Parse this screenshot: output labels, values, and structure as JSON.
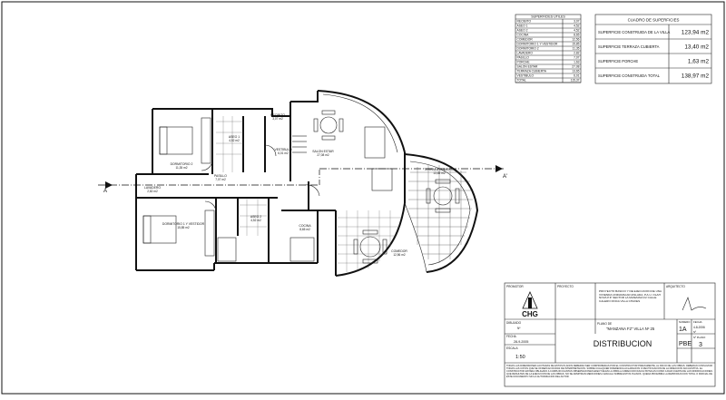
{
  "surfaces_table": {
    "title": "SUPERFICIES UTILES",
    "rows": [
      {
        "label": "RECIBITO",
        "value": "3,07"
      },
      {
        "label": "ASEO 1",
        "value": "4,52"
      },
      {
        "label": "ASEO 2",
        "value": "4,52"
      },
      {
        "label": "COCINA",
        "value": "8,65"
      },
      {
        "label": "COMEDOR",
        "value": "12,56"
      },
      {
        "label": "DORMITORIO 1 Y VESTIDOR",
        "value": "15,85"
      },
      {
        "label": "DORMITORIO 2",
        "value": "11,35"
      },
      {
        "label": "LAVADERO",
        "value": "2,82"
      },
      {
        "label": "PASILLO",
        "value": "7,07"
      },
      {
        "label": "PORCHE",
        "value": "1,63"
      },
      {
        "label": "SALON ESTAR",
        "value": "27,08"
      },
      {
        "label": "TERRAZA CUBIERTA",
        "value": "13,65"
      },
      {
        "label": "VESTIBULO",
        "value": "6,01"
      },
      {
        "label": "TOTAL",
        "value": "115,37"
      }
    ]
  },
  "summary_table": {
    "title": "CUADRO DE SUPERFICIES",
    "rows": [
      {
        "label": "SUPERFICIE CONSTRUIDA DE LA VILLA",
        "value": "123,94 m2"
      },
      {
        "label": "SUPERFICIE TERRAZA CUBIERTA",
        "value": "13,40 m2"
      },
      {
        "label": "SUPERFICIE PORCHE",
        "value": "1,63 m2"
      },
      {
        "label": "SUPERFICIE CONSTRUIDA TOTAL",
        "value": "138,97 m2"
      }
    ]
  },
  "rooms": [
    {
      "name": "DORMITORIO 2",
      "area": "11,35 m2"
    },
    {
      "name": "PASILLO",
      "area": "7,07 m2"
    },
    {
      "name": "LAVADERO",
      "area": "2,82 m2"
    },
    {
      "name": "DORMITORIO 1 Y VESTIDOR",
      "area": "15,85 m2"
    },
    {
      "name": "ASEO 1",
      "area": "4,52 m2"
    },
    {
      "name": "ASEO 2",
      "area": "4,52 m2"
    },
    {
      "name": "VESTIBULO",
      "area": "6,01 m2"
    },
    {
      "name": "RECIBITO",
      "area": "3,07 m2"
    },
    {
      "name": "SALON ESTAR",
      "area": "27,08 m2"
    },
    {
      "name": "COCINA",
      "area": "8,65 m2"
    },
    {
      "name": "COMEDOR",
      "area": "12,56 m2"
    },
    {
      "name": "TERRAZA CUBIERTA",
      "area": "13,65 m2"
    }
  ],
  "section_marks": {
    "left": "A",
    "right": "A'"
  },
  "title_block": {
    "promotor_label": "PROMOTOR",
    "logo_text": "CHG",
    "project_label": "PROYECTO",
    "arquitecto_label": "ARQUITECTO",
    "project_desc": "PROYECTO BASICO Y DE EJECUCION DE UNA VIVIENDA UNIFAMILIAR AISLADA, P.A.U. OLAH NOVA P.P. SECTOR LA MANZANA F2 CALLE CALERO FINCA VILLA CHAVES",
    "plan_label": "PLANO DE",
    "plan_value": "\"MANZANA F2\" VILLA Nº 25",
    "dibujado_label": "DIBUJADO",
    "dibujado_value": "Nº",
    "fecha_label": "FECHA",
    "fecha_value": "28-9-2005",
    "title": "DISTRIBUCION",
    "escala_label": "ESCALA",
    "escala_value": "1:50",
    "numero_label": "NUMERO",
    "numero_value": "1A",
    "fecha_label2": "FECHA",
    "fecha_value2": "4-8-2006",
    "n_label": "Nº",
    "pbe_value": "PBE",
    "plano_label": "Nº PLANO",
    "plano_value": "3",
    "footnote": "TODAS LAS DIMENSIONES ACOTADAS DE ESTOS PLANOS DEBERAN SER COMPROBADAS POR EL CONSTRUCTOR PREVIAMENTE, AL INICIO DE LAS OBRAS. DEBERAN CONSULTAR TODAS LAS COTAS QUE SE OFREZCAN DUDAS DE INTERPRETACION. SOBRE CUALQUIER DIFERENCIA ACLARACION O RECTIFICACION DE LA DIRECCION FACULTATIVA. EL CONSTRUCTOR ESTARA OBLIGADO A CUMPLIR CUANTAS OBSERVACIONES EFECTUE EN LA OBRA LA DIRECCION FACULTATIVA ASI COMO A DAR CUENTA DE LAS MODIFICACIONES QUE RESULTEN DE LA EJECUCION DE LAS OBRAS. NO SE ADMITIRAN MEDICIONES A ESCALA SOBRE ESTOS PLANOS. QUEDA PROHIBIDA LA REPRODUCCION TOTAL O PARCIAL DE ESTE DOCUMENTO SIN LA AUTORIZACION DEL AUTOR."
  }
}
